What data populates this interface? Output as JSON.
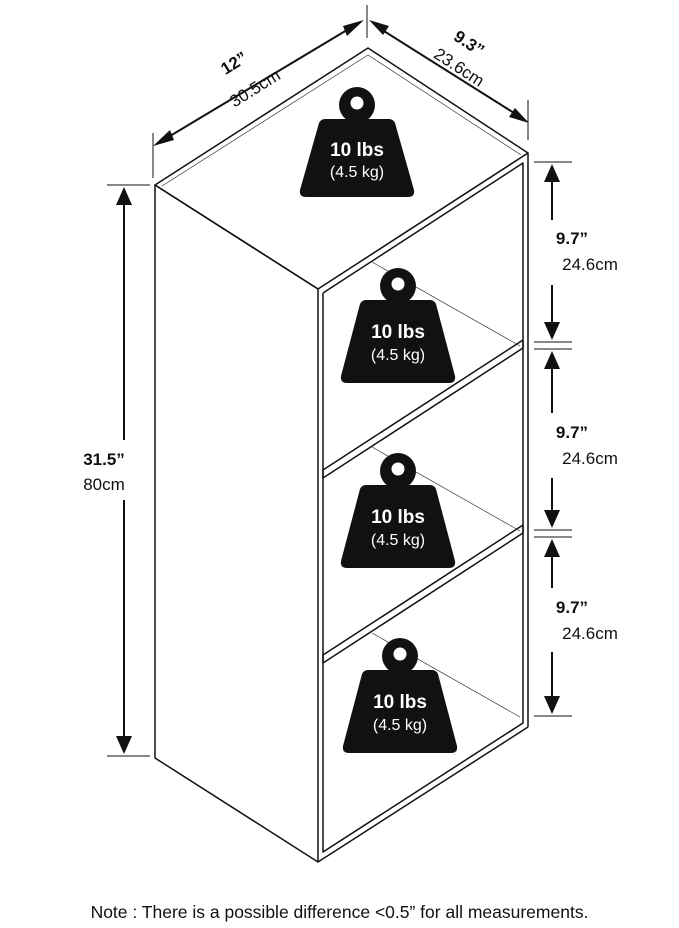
{
  "dimensions": {
    "width": {
      "imperial": "12”",
      "metric": "30.5cm"
    },
    "depth": {
      "imperial": "9.3”",
      "metric": "23.6cm"
    },
    "height": {
      "imperial": "31.5”",
      "metric": "80cm"
    },
    "shelves": [
      {
        "imperial": "9.7”",
        "metric": "24.6cm"
      },
      {
        "imperial": "9.7”",
        "metric": "24.6cm"
      },
      {
        "imperial": "9.7”",
        "metric": "24.6cm"
      }
    ]
  },
  "weights": [
    {
      "lbs": "10 lbs",
      "kg": "(4.5 kg)"
    },
    {
      "lbs": "10 lbs",
      "kg": "(4.5 kg)"
    },
    {
      "lbs": "10 lbs",
      "kg": "(4.5 kg)"
    },
    {
      "lbs": "10 lbs",
      "kg": "(4.5 kg)"
    }
  ],
  "note": "Note : There is a possible difference <0.5” for all measurements."
}
